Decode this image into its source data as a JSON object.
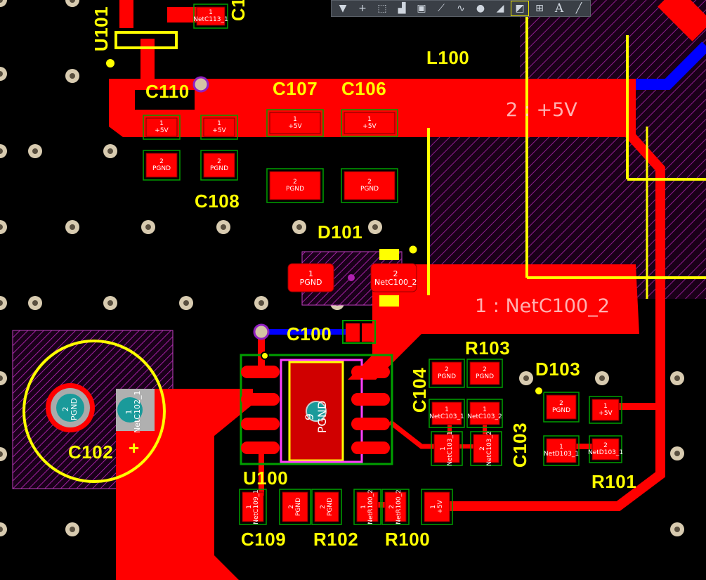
{
  "toolbar": {
    "tools": [
      {
        "name": "filter-icon",
        "glyph": "▼"
      },
      {
        "name": "add-icon",
        "glyph": "+"
      },
      {
        "name": "select-rect-icon",
        "glyph": "⬚"
      },
      {
        "name": "align-icon",
        "glyph": "▟"
      },
      {
        "name": "component-icon",
        "glyph": "▣"
      },
      {
        "name": "route-icon",
        "glyph": "⟋"
      },
      {
        "name": "diff-pair-icon",
        "glyph": "∿"
      },
      {
        "name": "via-icon",
        "glyph": "●"
      },
      {
        "name": "polygon-icon",
        "glyph": "◢"
      },
      {
        "name": "keepout-icon",
        "glyph": "◩"
      },
      {
        "name": "dimension-icon",
        "glyph": "⊞"
      },
      {
        "name": "text-icon",
        "glyph": "A"
      },
      {
        "name": "line-icon",
        "glyph": "╱"
      }
    ]
  },
  "designators": {
    "U101": "U101",
    "C110": "C110",
    "C107": "C107",
    "C106": "C106",
    "L100": "L100",
    "C108": "C108",
    "D101": "D101",
    "C100": "C100",
    "R103": "R103",
    "C104": "C104",
    "D103": "D103",
    "C103": "C103",
    "C102": "C102",
    "U100": "U100",
    "R101": "R101",
    "C109": "C109",
    "R102": "R102",
    "R100": "R100",
    "C11x": "C1",
    "plus": "+"
  },
  "nets": {
    "plus5v_label": "2 : +5V",
    "netc100_label": "1 : NetC100_2"
  },
  "pads": {
    "u101_top": {
      "num": "1",
      "net": "NetC113_1"
    },
    "c110_1": {
      "num": "1",
      "net": "+5V"
    },
    "c110_2": {
      "num": "2",
      "net": "PGND"
    },
    "c108_1": {
      "num": "1",
      "net": "+5V"
    },
    "c108_2": {
      "num": "2",
      "net": "PGND"
    },
    "c107_1": {
      "num": "1",
      "net": "+5V"
    },
    "c107_2": {
      "num": "2",
      "net": "PGND"
    },
    "c106_1": {
      "num": "1",
      "net": "+5V"
    },
    "c106_2": {
      "num": "2",
      "net": "PGND"
    },
    "d101_1": {
      "num": "1",
      "net": "PGND"
    },
    "d101_2": {
      "num": "2",
      "net": "NetC100_2"
    },
    "c102_1": {
      "num": "1",
      "net": "NetC102_1"
    },
    "c102_2": {
      "num": "2",
      "net": "PGND"
    },
    "u100_ep": {
      "num": "9",
      "net": "PGND"
    },
    "r103_2a": {
      "num": "2",
      "net": "PGND"
    },
    "r103_2b": {
      "num": "2",
      "net": "PGND"
    },
    "r103_1": {
      "num": "1",
      "net": "NetC103_1"
    },
    "c104_1": {
      "num": "1",
      "net": "NetC103_2"
    },
    "c103_1": {
      "num": "1",
      "net": "NetC103_1"
    },
    "c103_2": {
      "num": "2",
      "net": "NetC103_2"
    },
    "d103_2": {
      "num": "2",
      "net": "PGND"
    },
    "d103_1": {
      "num": "1",
      "net": "NetD103_1"
    },
    "r101_1": {
      "num": "1",
      "net": "+5V"
    },
    "r101_2": {
      "num": "2",
      "net": "NetD103_1"
    },
    "c109_1": {
      "num": "1",
      "net": "NetC109_1"
    },
    "c109_2": {
      "num": "2",
      "net": "PGND"
    },
    "r102_2": {
      "num": "2",
      "net": "PGND"
    },
    "r102_1": {
      "num": "1",
      "net": "NetR100_2"
    },
    "r100_2": {
      "num": "2",
      "net": "NetR100_2"
    },
    "r100_1": {
      "num": "1",
      "net": "+5V"
    }
  },
  "colors": {
    "copper_top": "#ff0000",
    "copper_bottom": "#0000ff",
    "silkscreen": "#ffff00",
    "pad_pink": "#ff0000",
    "overlay_purple": "#b000b0",
    "board_bg": "#000000"
  }
}
